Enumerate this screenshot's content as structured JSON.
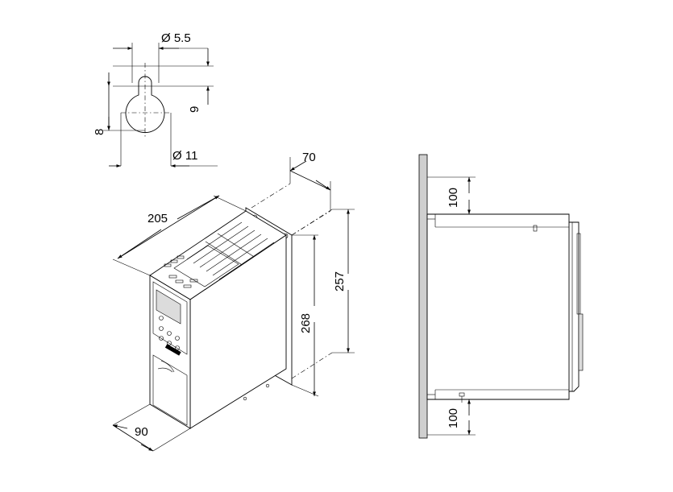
{
  "slot_detail": {
    "hole_diameter_small": "Ø 5.5",
    "hole_diameter_large": "Ø 11",
    "offset_vertical": "9",
    "offset_left": "8"
  },
  "iso_view": {
    "depth": "205",
    "flange_offset": "70",
    "height_total": "268",
    "height_holes": "257",
    "width": "90"
  },
  "side_view": {
    "clearance_top": "100",
    "clearance_bottom": "100"
  }
}
